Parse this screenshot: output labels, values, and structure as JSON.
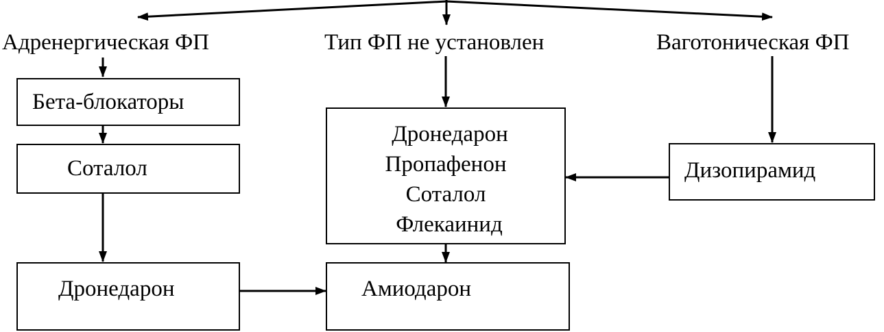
{
  "branches": {
    "adrenergic": "Адренергическая ФП",
    "undetermined": "Тип ФП не установлен",
    "vagotonic": "Ваготоническая ФП"
  },
  "boxes": {
    "beta_blockers": "Бета-блокаторы",
    "sotalol": "Соталол",
    "dronedarone_left": "Дронедарон",
    "central_drugs": [
      "Дронедарон",
      "Пропафенон",
      "Соталол",
      "Флекаинид"
    ],
    "disopyramide": "Дизопирамид",
    "amiodarone": "Амиодарон"
  },
  "colors": {
    "line": "#000000",
    "background": "#ffffff"
  }
}
